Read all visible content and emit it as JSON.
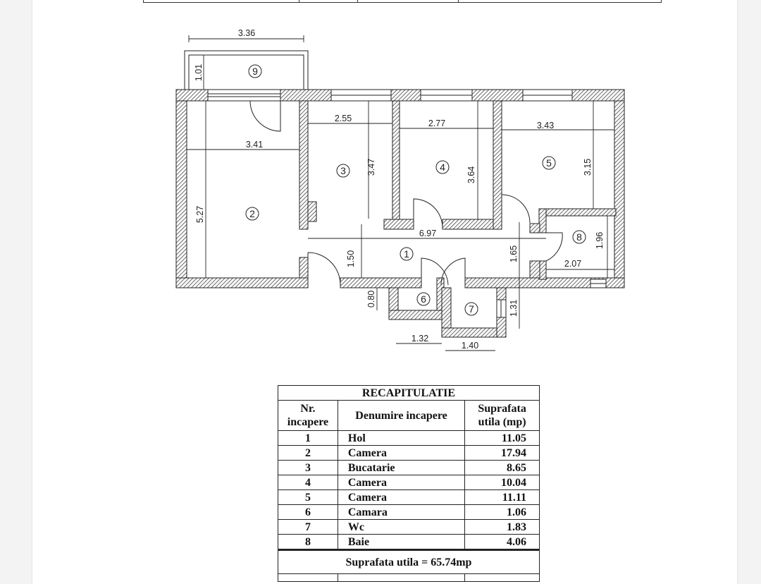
{
  "floor_plan": {
    "rooms": [
      "1",
      "2",
      "3",
      "4",
      "5",
      "6",
      "7",
      "8",
      "9"
    ],
    "dimensions": {
      "balcony_width": "3.36",
      "balcony_depth": "1.01",
      "room2_width": "3.41",
      "room2_length": "5.27",
      "room3_width": "2.55",
      "room3_length": "3.47",
      "room4_width": "2.77",
      "room4_length": "3.64",
      "room5_width": "3.43",
      "room5_length": "3.15",
      "hall_length": "6.97",
      "hall_width": "1.50",
      "hall_width_right": "1.65",
      "room8_length": "1.96",
      "room8_width": "2.07",
      "room6_depth": "0.80",
      "room6_width": "1.32",
      "room7_width": "1.40",
      "room7_depth": "1.31"
    }
  },
  "recap": {
    "title": "RECAPITULATIE",
    "headers": {
      "nr_line1": "Nr.",
      "nr_line2": "incapere",
      "name": "Denumire incapere",
      "area_line1": "Suprafata",
      "area_line2": "utila (mp)"
    },
    "rows": [
      {
        "nr": "1",
        "name": "Hol",
        "area": "11.05"
      },
      {
        "nr": "2",
        "name": "Camera",
        "area": "17.94"
      },
      {
        "nr": "3",
        "name": "Bucatarie",
        "area": "8.65"
      },
      {
        "nr": "4",
        "name": "Camera",
        "area": "10.04"
      },
      {
        "nr": "5",
        "name": "Camera",
        "area": "11.11"
      },
      {
        "nr": "6",
        "name": "Camara",
        "area": "1.06"
      },
      {
        "nr": "7",
        "name": "Wc",
        "area": "1.83"
      },
      {
        "nr": "8",
        "name": "Baie",
        "area": "4.06"
      }
    ],
    "total": "Suprafata utila = 65.74mp"
  }
}
